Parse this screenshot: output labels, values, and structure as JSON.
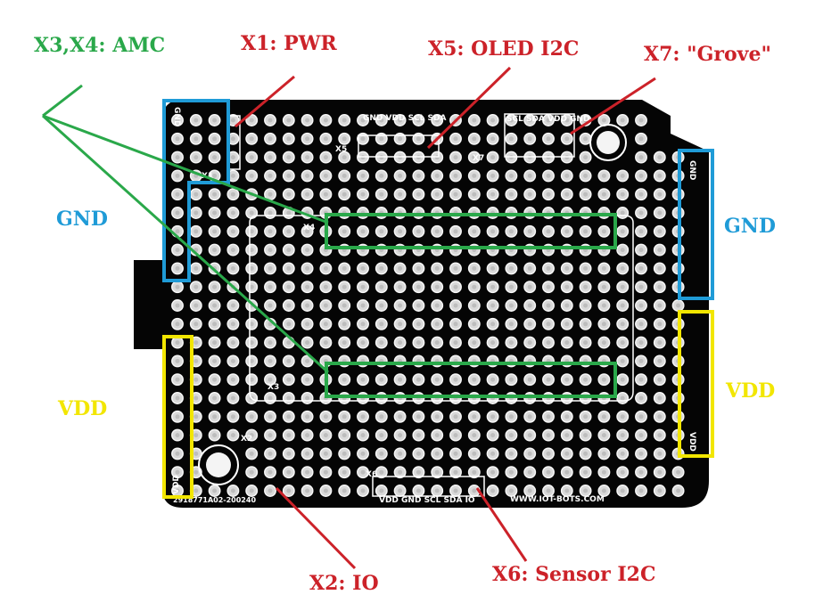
{
  "annotations": {
    "amc": "X3,X4: AMC",
    "pwr": "X1: PWR",
    "oled": "X5: OLED I2C",
    "grove": "X7: \"Grove\"",
    "gnd_left": "GND",
    "gnd_right": "GND",
    "vdd_left": "VDD",
    "vdd_right": "VDD",
    "io": "X2: IO",
    "sensor": "X6: Sensor I2C"
  },
  "silkscreen": {
    "x5_pins": "GND  VDD  SCL  SDA",
    "x7_pins": "SCL SDA VDD GND",
    "x6_pins": "VDD GND SCL SDA IO",
    "website": "WWW.IOT-BOTS.COM",
    "serial": "2918771A02-200240",
    "x1": "X1",
    "x2": "X2",
    "x3": "X3",
    "x4": "X4",
    "x5": "X5",
    "x6": "X6",
    "x7": "X7",
    "gnd_rail_left": "GND",
    "gnd_rail_right": "GND",
    "vdd_rail_left": "VDD",
    "vdd_rail_right": "VDD"
  },
  "colors": {
    "red": "#cc2229",
    "green": "#2aa84a",
    "blue": "#1f9bd7",
    "yellow": "#f2e600",
    "board": "#050505"
  }
}
